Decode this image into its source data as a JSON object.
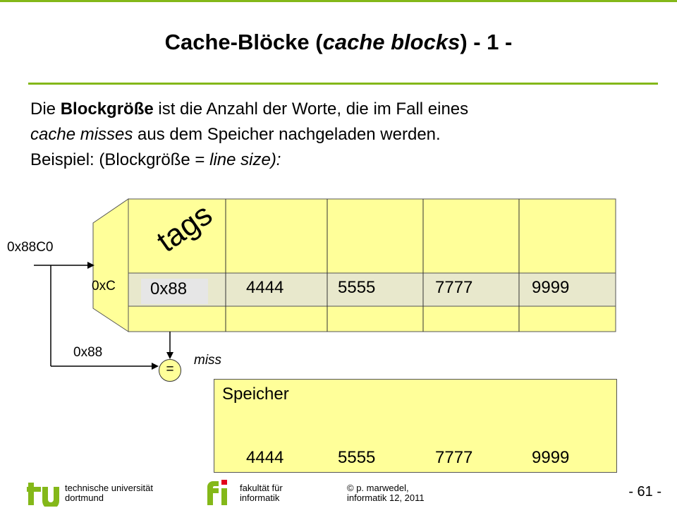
{
  "title": {
    "prefix": "Cache-Blöcke (",
    "italic": "cache blocks",
    "suffix": ") - 1 -"
  },
  "body": {
    "line1_pre": "Die ",
    "line1_bold": "Blockgröße",
    "line1_post": " ist die Anzahl der Worte, die im Fall eines",
    "line2_italic": "cache misses",
    "line2_post": " aus dem Speicher nachgeladen werden.",
    "line3_pre": "Beispiel: (Blockgröße = ",
    "line3_italic": "line size):"
  },
  "diagram": {
    "address": "0x88C0",
    "index": "0xC",
    "tag_input": "0x88",
    "tags_label": "tags",
    "stored_tag": "0x88",
    "cache_line_values": [
      "4444",
      "5555",
      "7777",
      "9999"
    ],
    "comparator": "=",
    "miss_label": "miss",
    "memory_label": "Speicher",
    "memory_values": [
      "4444",
      "5555",
      "7777",
      "9999"
    ]
  },
  "footer": {
    "tu_line1": "technische universität",
    "tu_line2": "dortmund",
    "fi_line1": "fakultät für",
    "fi_line2": "informatik",
    "author_line1": "© p. marwedel,",
    "author_line2": "informatik 12,  2011",
    "page": "-  61 -"
  },
  "colors": {
    "accent_green": "#84b819",
    "cache_yellow": "#ffff99",
    "row_highlight": "#e8e8cc",
    "tag_cell": "#e6e6e6"
  }
}
